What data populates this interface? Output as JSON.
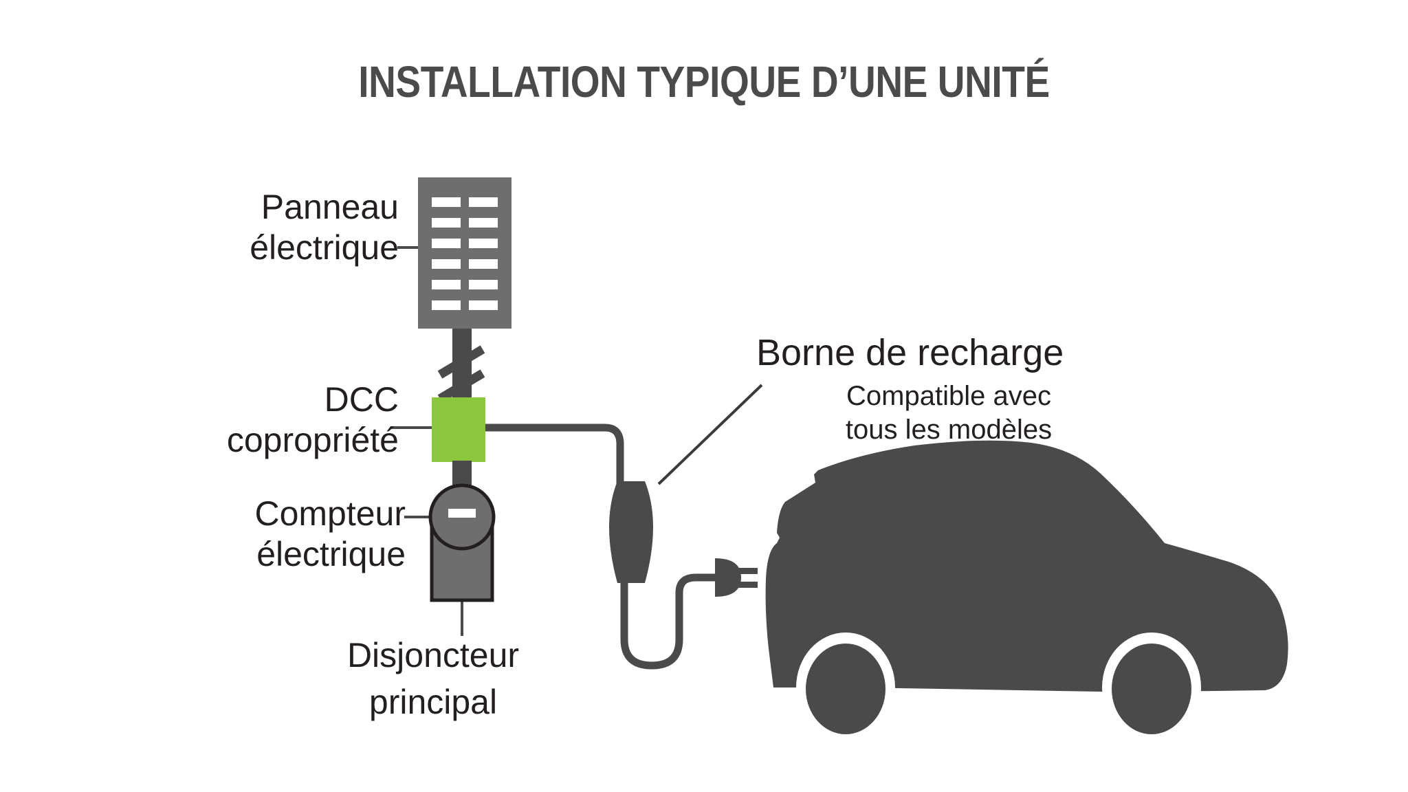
{
  "diagram": {
    "title": "INSTALLATION TYPIQUE D’UNE UNITÉ",
    "background_color": "#ffffff",
    "palette": {
      "title_gray": "#4b4b4b",
      "text_black": "#231f20",
      "panel_gray": "#6e6e6e",
      "meter_gray": "#6e6e6e",
      "dark_charcoal": "#4a4a4a",
      "accent_green": "#8cc63f",
      "leader_line": "#4a4a4a",
      "slot_white": "#ffffff"
    },
    "labels": {
      "electrical_panel": "Panneau\nélectrique",
      "dcc": "DCC\ncopropriété",
      "meter": "Compteur\nélectrique",
      "breaker": "Disjoncteur\nprincipal",
      "charger_title": "Borne de recharge",
      "charger_subtitle": "Compatible avec\ntous les modèles"
    },
    "components": {
      "electrical_panel": {
        "name": "electrical-panel",
        "slot_rows": 6,
        "slot_columns": 2
      },
      "conduit": {
        "name": "conduit",
        "break_marks": 2
      },
      "dcc_unit": {
        "name": "dcc-unit",
        "color": "#8cc63f"
      },
      "electric_meter": {
        "name": "electric-meter",
        "dial_indicator": true
      },
      "main_breaker": {
        "name": "main-breaker"
      },
      "charging_station": {
        "name": "charging-station"
      },
      "charging_cable": {
        "name": "charging-cable",
        "connector": "plug-two-prong"
      },
      "vehicle": {
        "name": "electric-vehicle",
        "orientation": "facing-left",
        "wheels": 2
      }
    }
  }
}
